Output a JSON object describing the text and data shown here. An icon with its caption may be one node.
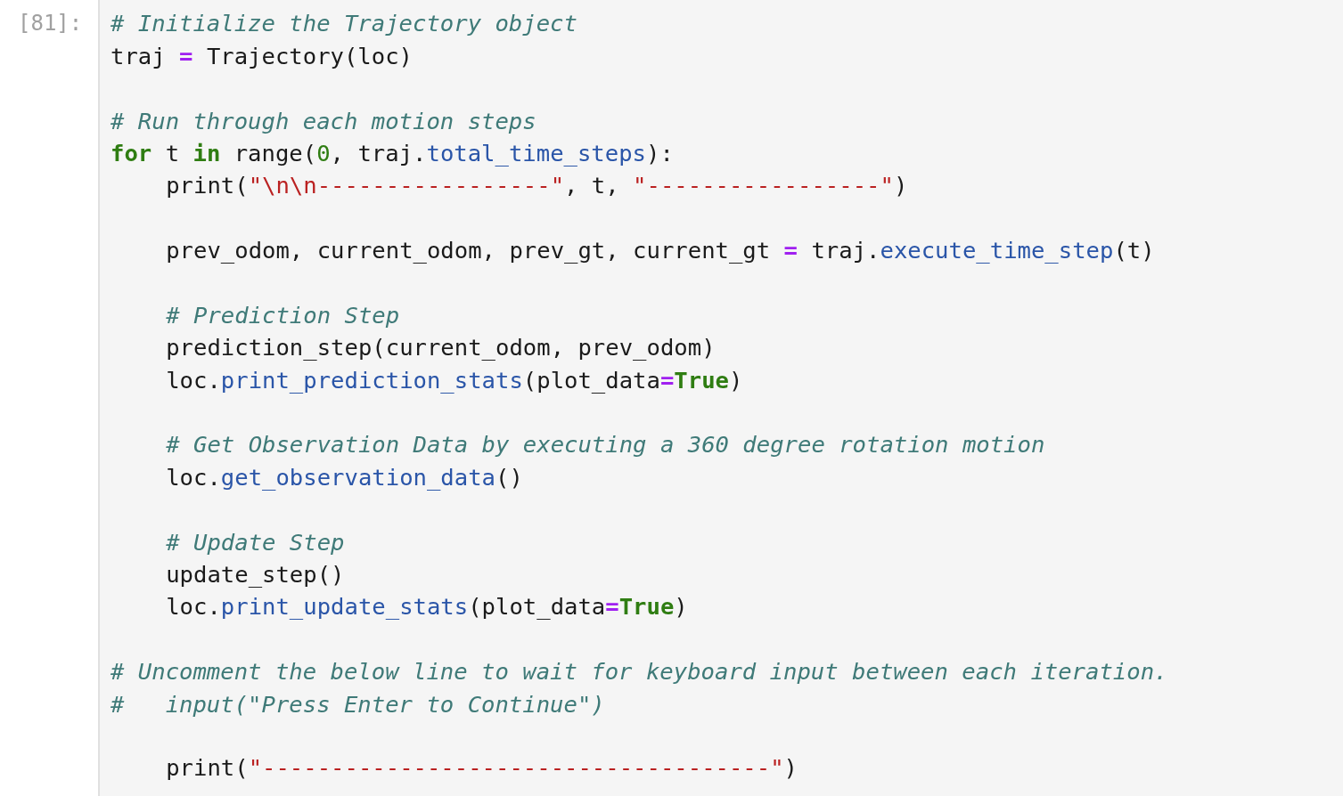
{
  "diagram": {
    "labels": [
      "[81]:",
      "# Initialize the Trajectory object",
      "traj = Trajectory(loc)",
      "# Run through each motion steps",
      "for t in range(0, traj.total_time_steps):",
      "print(\"\\n\\n-----------------\", t, \"-----------------\")",
      "prev_odom, current_odom, prev_gt, current_gt = traj.execute_time_step(t)",
      "# Prediction Step",
      "prediction_step(current_odom, prev_odom)",
      "loc.print_prediction_stats(plot_data=True)",
      "# Get Observation Data by executing a 360 degree rotation motion",
      "loc.get_observation_data()",
      "# Update Step",
      "update_step()",
      "loc.print_update_stats(plot_data=True)",
      "# Uncomment the below line to wait for keyboard input between each iteration.",
      "#   input(\"Press Enter to Continue\")",
      "print(\"-------------------------------------\")"
    ]
  }
}
